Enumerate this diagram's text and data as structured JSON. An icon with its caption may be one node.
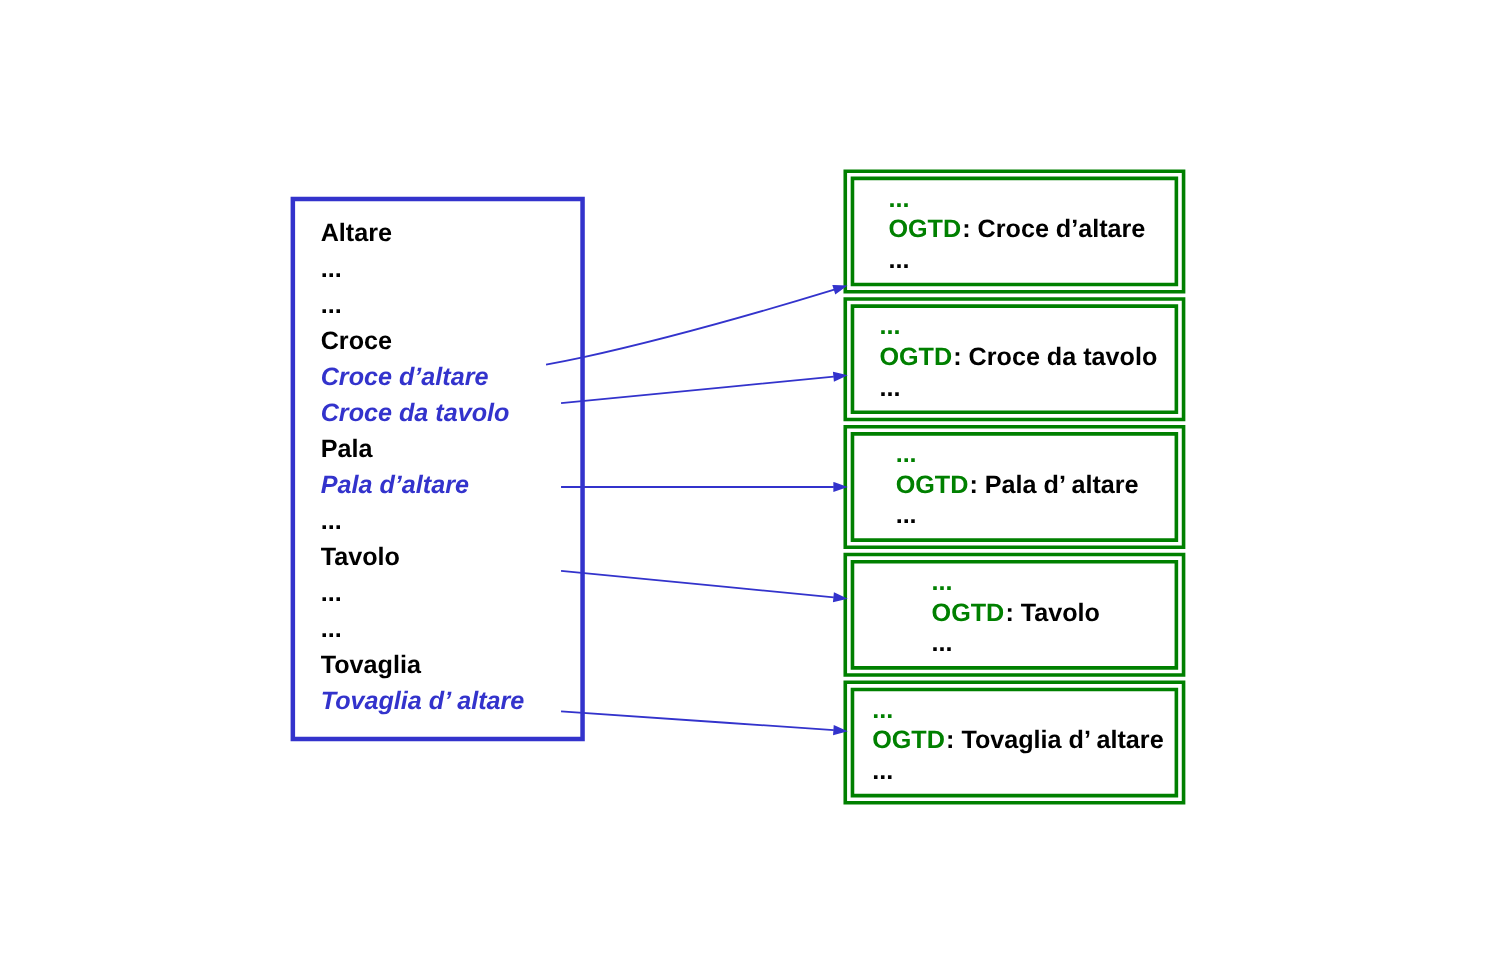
{
  "diagram": {
    "nodes": [
      {
        "text": [],
        "shape": "box"
      },
      {
        "text": [
          "Altare"
        ],
        "in": 0
      },
      {
        "text": [
          "..."
        ],
        "in": 0
      },
      {
        "text": [
          "..."
        ],
        "in": 0
      },
      {
        "text": [
          "Croce"
        ],
        "in": 0
      },
      {
        "text": [
          "Croce d’altare"
        ],
        "in": 0
      },
      {
        "text": [
          "Croce da tavolo"
        ],
        "in": 0
      },
      {
        "text": [
          "Pala"
        ],
        "in": 0
      },
      {
        "text": [
          "Pala d’altare"
        ],
        "in": 0
      },
      {
        "text": [
          "..."
        ],
        "in": 0
      },
      {
        "text": [
          "Tavolo"
        ],
        "in": 0
      },
      {
        "text": [
          "..."
        ],
        "in": 0
      },
      {
        "text": [
          "..."
        ],
        "in": 0
      },
      {
        "text": [
          "Tovaglia"
        ],
        "in": 0
      },
      {
        "text": [
          "Tovaglia d’ altare"
        ],
        "in": 0
      },
      {
        "text": [
          "...",
          "OGTD: Tavolo",
          "..."
        ]
      },
      {
        "text": [
          "...",
          "OGTD: Croce d’altare",
          "..."
        ]
      },
      {
        "text": [
          "...",
          "OGTD: Croce da tavolo",
          "..."
        ]
      },
      {
        "text": [
          "...",
          "OGTD: Pala d’ altare",
          "..."
        ]
      },
      {
        "text": [
          "...",
          "OGTD: Tovaglia d’ altare",
          "..."
        ]
      }
    ],
    "edges": [
      {
        "from": 10,
        "to": 15,
        "arrow": "to"
      },
      {
        "from": 5,
        "to": 16,
        "arrow": "to"
      },
      {
        "from": 6,
        "to": 17,
        "arrow": "to"
      },
      {
        "from": 8,
        "to": 18,
        "arrow": "to"
      },
      {
        "from": 14,
        "to": 19,
        "arrow": "to"
      }
    ]
  }
}
